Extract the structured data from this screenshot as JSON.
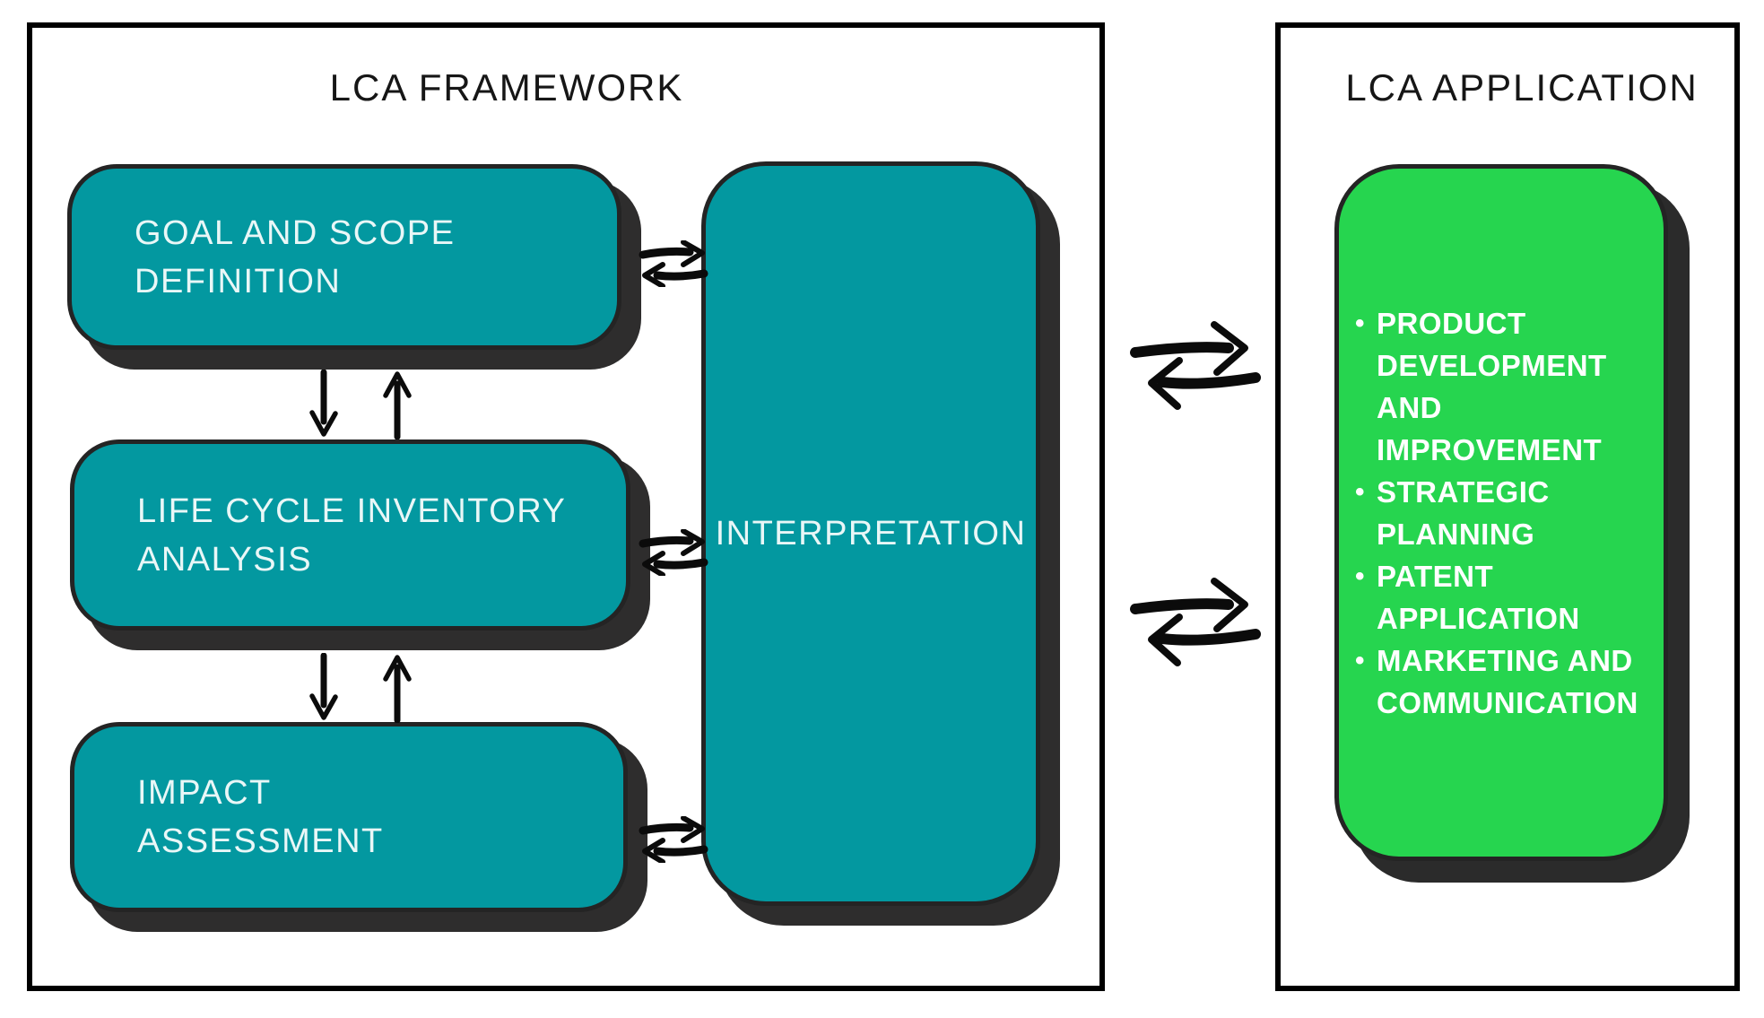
{
  "colors": {
    "teal_box": "#0398a0",
    "green_box": "#26d54f",
    "box_shadow": "#2e2d2d",
    "box_outline": "#242424",
    "panel_border": "#000000",
    "teal_box_text": "#e9f7f7",
    "green_box_text": "#ffffff",
    "title_text": "#161616"
  },
  "left_panel": {
    "title": "LCA FRAMEWORK",
    "boxes": [
      {
        "label": "GOAL AND SCOPE\nDEFINITION"
      },
      {
        "label": "LIFE CYCLE INVENTORY\nANALYSIS"
      },
      {
        "label": "IMPACT\nASSESSMENT"
      }
    ],
    "interpretation_label": "INTERPRETATION"
  },
  "right_panel": {
    "title": "LCA APPLICATION",
    "applications": [
      {
        "label": "PRODUCT\nDEVELOPMENT AND\nIMPROVEMENT"
      },
      {
        "label": "STRATEGIC\nPLANNING"
      },
      {
        "label": "PATENT\nAPPLICATION"
      },
      {
        "label": "MARKETING AND\nCOMMUNICATION"
      }
    ]
  }
}
